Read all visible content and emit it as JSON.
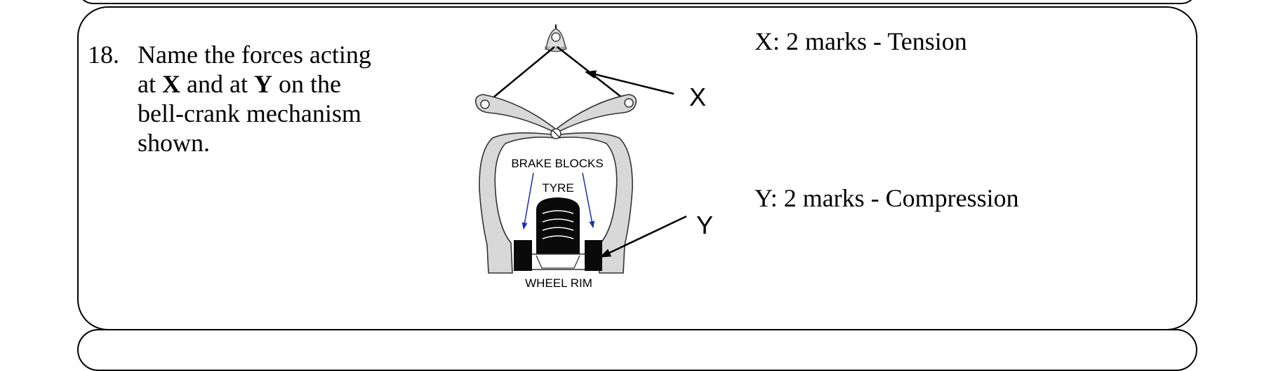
{
  "question": {
    "number": "18.",
    "text_parts": {
      "p1": "Name the forces acting at ",
      "x": "X",
      "p2": " and at ",
      "y": "Y",
      "p3": " on the bell-crank mechanism shown."
    }
  },
  "diagram": {
    "pointer_x": "X",
    "pointer_y": "Y",
    "label_brake_blocks": "BRAKE BLOCKS",
    "label_tyre": "TYRE",
    "label_wheel_rim": "WHEEL RIM",
    "credit": "By V.Ryan"
  },
  "answers": {
    "x": "X: 2 marks - Tension",
    "y": "Y: 2 marks - Compression"
  }
}
